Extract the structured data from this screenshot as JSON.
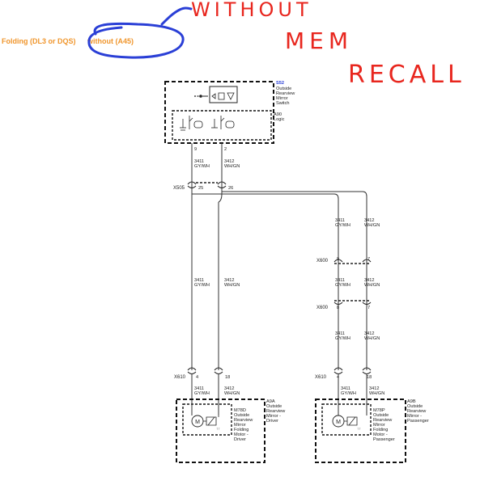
{
  "heading": {
    "option_text": "Folding (DL3 or DQS)",
    "circled_text": " without (A45)",
    "color": "#f0962d"
  },
  "annotation": {
    "line1": "WITHOUT",
    "line2": "MEM",
    "line3": "RECALL",
    "color": "#e8261e",
    "circle_color": "#2a3fd6"
  },
  "switch_module": {
    "id": "S52",
    "name_lines": [
      "Outside",
      "Rearview",
      "Mirror",
      "Switch"
    ],
    "logic_id": "A90",
    "logic_label": "Logic",
    "pin_left": "9",
    "pin_right": "2"
  },
  "wires": {
    "left_circuit": "3411",
    "left_color": "GY/WH",
    "right_circuit": "3412",
    "right_color": "WH/GN"
  },
  "connectors": {
    "x505": {
      "name": "X505",
      "pin_left": "25",
      "pin_right": "26"
    },
    "x600_top": {
      "name": "X600",
      "pin_left": "9",
      "pin_right": "7"
    },
    "x600_bottom": {
      "name": "X600",
      "pin_left": "8",
      "pin_right": "7"
    },
    "x610_left": {
      "name": "X610",
      "pin_left": "4",
      "pin_right": "18"
    },
    "x610_right": {
      "name": "X610",
      "pin_left": "4",
      "pin_right": "18"
    }
  },
  "driver_mirror": {
    "id": "A9A",
    "name_lines": [
      "Outside",
      "Rearview",
      "Mirror -",
      "Driver"
    ],
    "motor_id": "M78D",
    "motor_lines": [
      "Outside",
      "Rearview",
      "Mirror",
      "Folding",
      "Motor -",
      "Driver"
    ],
    "motor_symbol": "M"
  },
  "passenger_mirror": {
    "id": "A9B",
    "name_lines": [
      "Outside",
      "Rearview",
      "Mirror -",
      "Passenger"
    ],
    "motor_id": "M78P",
    "motor_lines": [
      "Outside",
      "Rearview",
      "Mirror",
      "Folding",
      "Motor -",
      "Passenger"
    ],
    "motor_symbol": "M"
  }
}
